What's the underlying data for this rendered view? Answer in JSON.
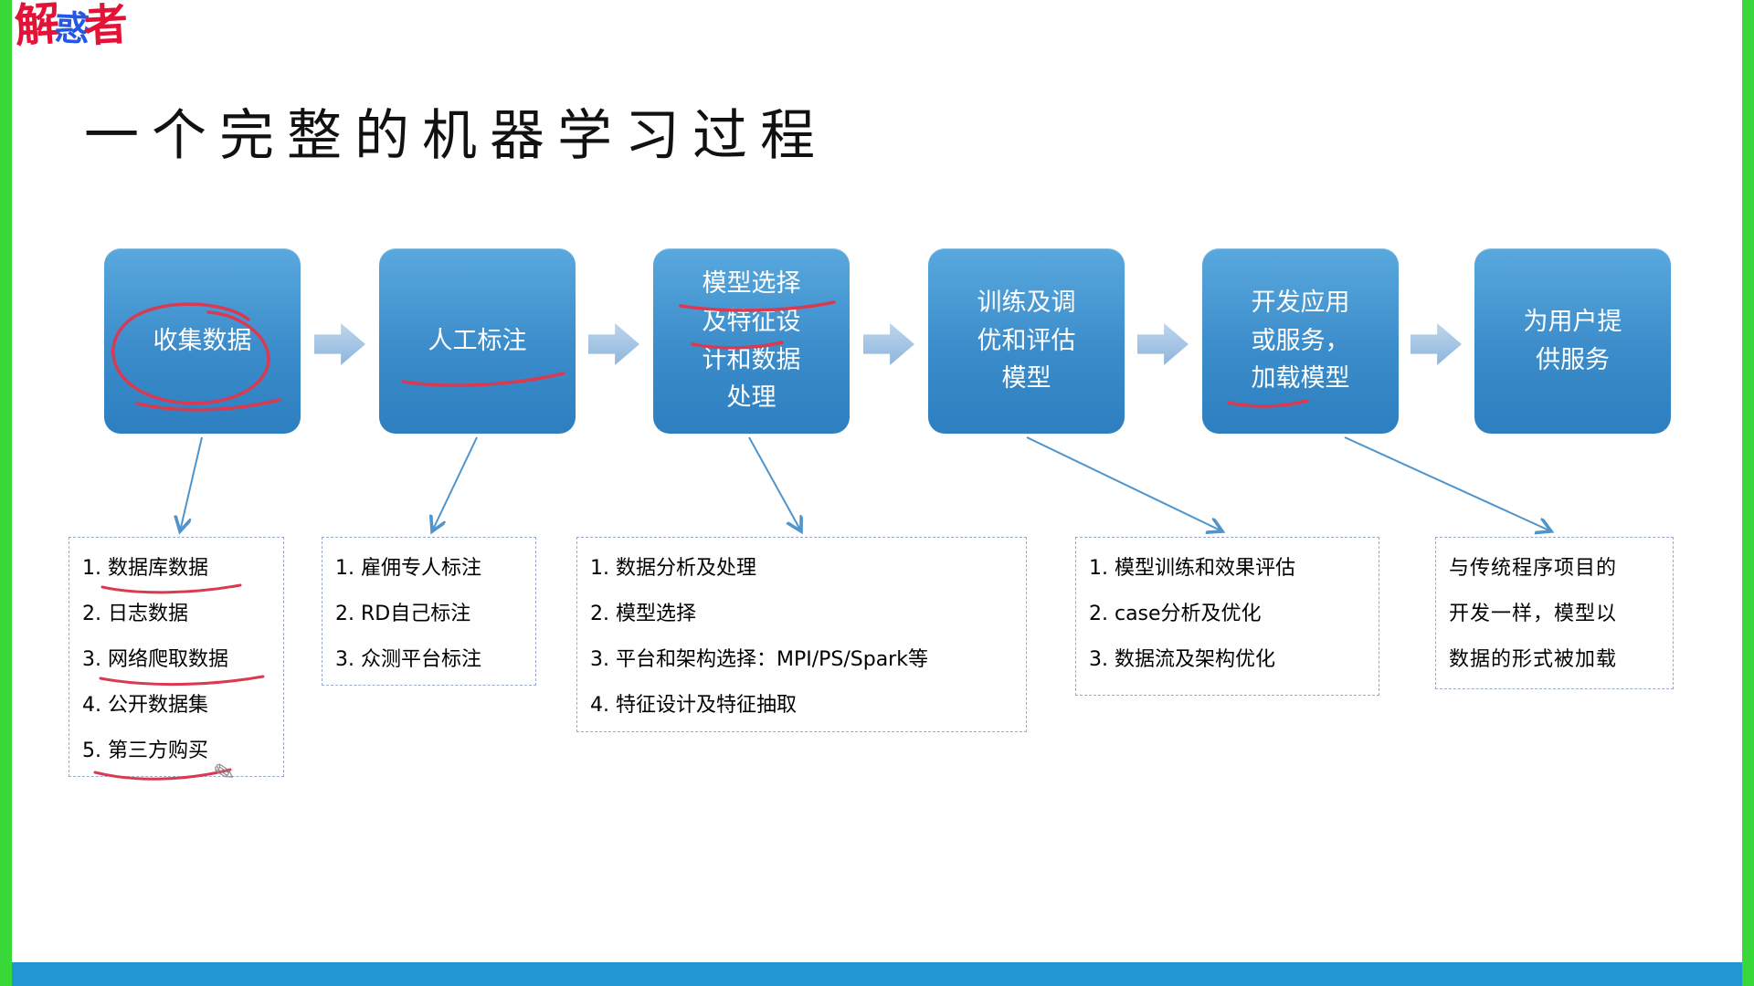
{
  "page": {
    "logo": {
      "char1": "解",
      "char2": "惑",
      "char3": "者"
    },
    "title": "一个完整的机器学习过程"
  },
  "flow": {
    "steps": [
      {
        "label": "收集数据"
      },
      {
        "label": "人工标注"
      },
      {
        "label": "模型选择\n及特征设\n计和数据\n处理"
      },
      {
        "label": "训练及调\n优和评估\n模型"
      },
      {
        "label": "开发应用\n或服务，\n加载模型"
      },
      {
        "label": "为用户提\n供服务"
      }
    ]
  },
  "details": {
    "data_sources": {
      "items": [
        "1. 数据库数据",
        "2. 日志数据",
        "3. 网络爬取数据",
        "4. 公开数据集",
        "5. 第三方购买"
      ]
    },
    "annotation": {
      "items": [
        "1. 雇佣专人标注",
        "2. RD自己标注",
        "3. 众测平台标注"
      ]
    },
    "model_design": {
      "items": [
        "1. 数据分析及处理",
        "2. 模型选择",
        "3. 平台和架构选择：MPI/PS/Spark等",
        "4. 特征设计及特征抽取"
      ]
    },
    "training": {
      "items": [
        "1. 模型训练和效果评估",
        "2. case分析及优化",
        "3. 数据流及架构优化"
      ]
    },
    "loading": {
      "text": "与传统程序项目的\n开发一样，模型以\n数据的形式被加载"
    }
  },
  "icons": {
    "pencil": "✎"
  },
  "colors": {
    "box_blue_top": "#59a8de",
    "box_blue_bottom": "#2e7fc0",
    "chevron_blue": "#9ec3e4",
    "arrow_blue": "#4f94ca",
    "annotation_red": "#d93a52",
    "edge_green": "#38d838",
    "bottom_bar_blue": "#2196d3"
  }
}
